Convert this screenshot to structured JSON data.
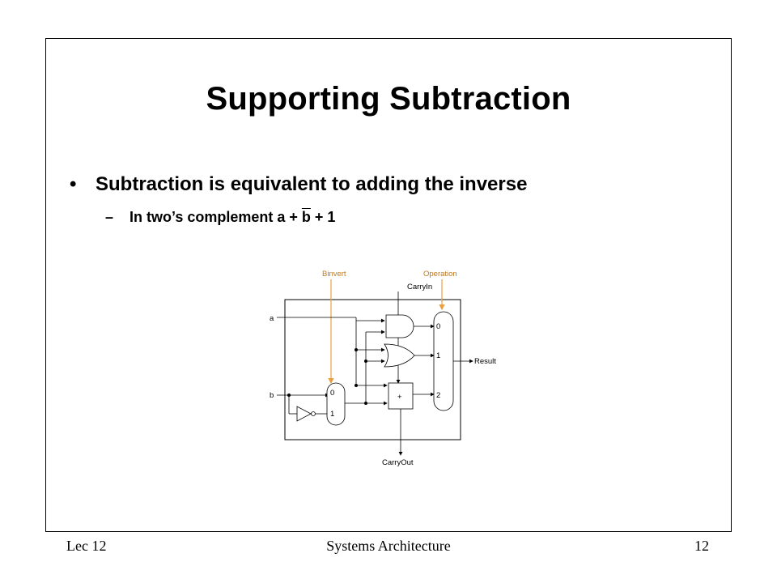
{
  "slide": {
    "title": "Supporting Subtraction",
    "bullet_marker": "•",
    "bullet_text": "Subtraction is equivalent to adding the inverse",
    "sub_marker": "–",
    "sub_text_prefix": "In two’s complement a + ",
    "sub_text_overbar": "b",
    "sub_text_suffix": " + 1"
  },
  "diagram": {
    "binvert_label": "Binvert",
    "operation_label": "Operation",
    "carryin_label": "CarryIn",
    "a_label": "a",
    "b_label": "b",
    "result_label": "Result",
    "carryout_label": "CarryOut",
    "mux_b_inputs": [
      "0",
      "1"
    ],
    "mux_op_inputs": [
      "0",
      "1",
      "2"
    ],
    "adder_label": "+",
    "control_color": "#e8a040"
  },
  "footer": {
    "left": "Lec 12",
    "center": "Systems Architecture",
    "right": "12"
  }
}
